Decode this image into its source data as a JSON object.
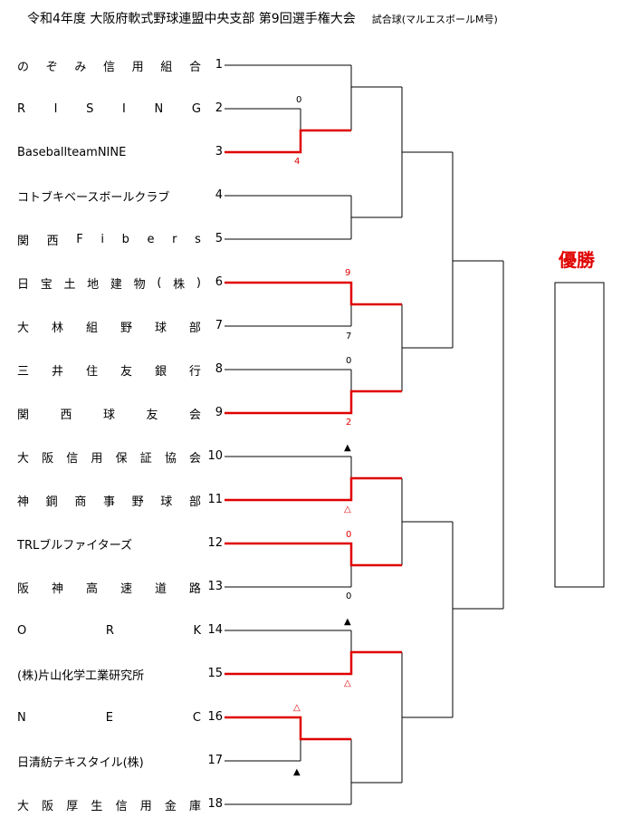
{
  "header": {
    "title": "令和4年度 大阪府軟式野球連盟中央支部 第9回選手権大会",
    "ball": "試合球(マルエスボールM号)"
  },
  "champion_label": "優勝",
  "teams": [
    {
      "name": "のぞみ信用組合",
      "seed": "1"
    },
    {
      "name": "RISING",
      "seed": "2"
    },
    {
      "name": "BaseballteamNINE",
      "seed": "3"
    },
    {
      "name": "コトブキベースボールクラブ",
      "seed": "4"
    },
    {
      "name": "関西Fibers",
      "seed": "5"
    },
    {
      "name": "日宝土地建物(株)",
      "seed": "6"
    },
    {
      "name": "大林組野球部",
      "seed": "7"
    },
    {
      "name": "三井住友銀行",
      "seed": "8"
    },
    {
      "name": "関西球友会",
      "seed": "9"
    },
    {
      "name": "大阪信用保証協会",
      "seed": "10"
    },
    {
      "name": "神鋼商事野球部",
      "seed": "11"
    },
    {
      "name": "TRLブルファイターズ",
      "seed": "12"
    },
    {
      "name": "阪神高速道路",
      "seed": "13"
    },
    {
      "name": "ORK",
      "seed": "14"
    },
    {
      "name": "(株)片山化学工業研究所",
      "seed": "15"
    },
    {
      "name": "NEC",
      "seed": "16"
    },
    {
      "name": "日清紡テキスタイル(株)",
      "seed": "17"
    },
    {
      "name": "大阪厚生信用金庫",
      "seed": "18"
    }
  ],
  "scores": [
    {
      "text": "0",
      "color": "#000000"
    },
    {
      "text": "4",
      "color": "#e00000"
    },
    {
      "text": "9",
      "color": "#e00000"
    },
    {
      "text": "7",
      "color": "#000000"
    },
    {
      "text": "0",
      "color": "#000000"
    },
    {
      "text": "2",
      "color": "#e00000"
    },
    {
      "text": "▲",
      "color": "#000000"
    },
    {
      "text": "△",
      "color": "#e00000"
    },
    {
      "text": "0",
      "color": "#e00000"
    },
    {
      "text": "0",
      "color": "#000000"
    },
    {
      "text": "▲",
      "color": "#000000"
    },
    {
      "text": "△",
      "color": "#e00000"
    },
    {
      "text": "△",
      "color": "#e00000"
    },
    {
      "text": "▲",
      "color": "#000000"
    }
  ],
  "colors": {
    "win": "#e00000",
    "line": "#000000"
  }
}
